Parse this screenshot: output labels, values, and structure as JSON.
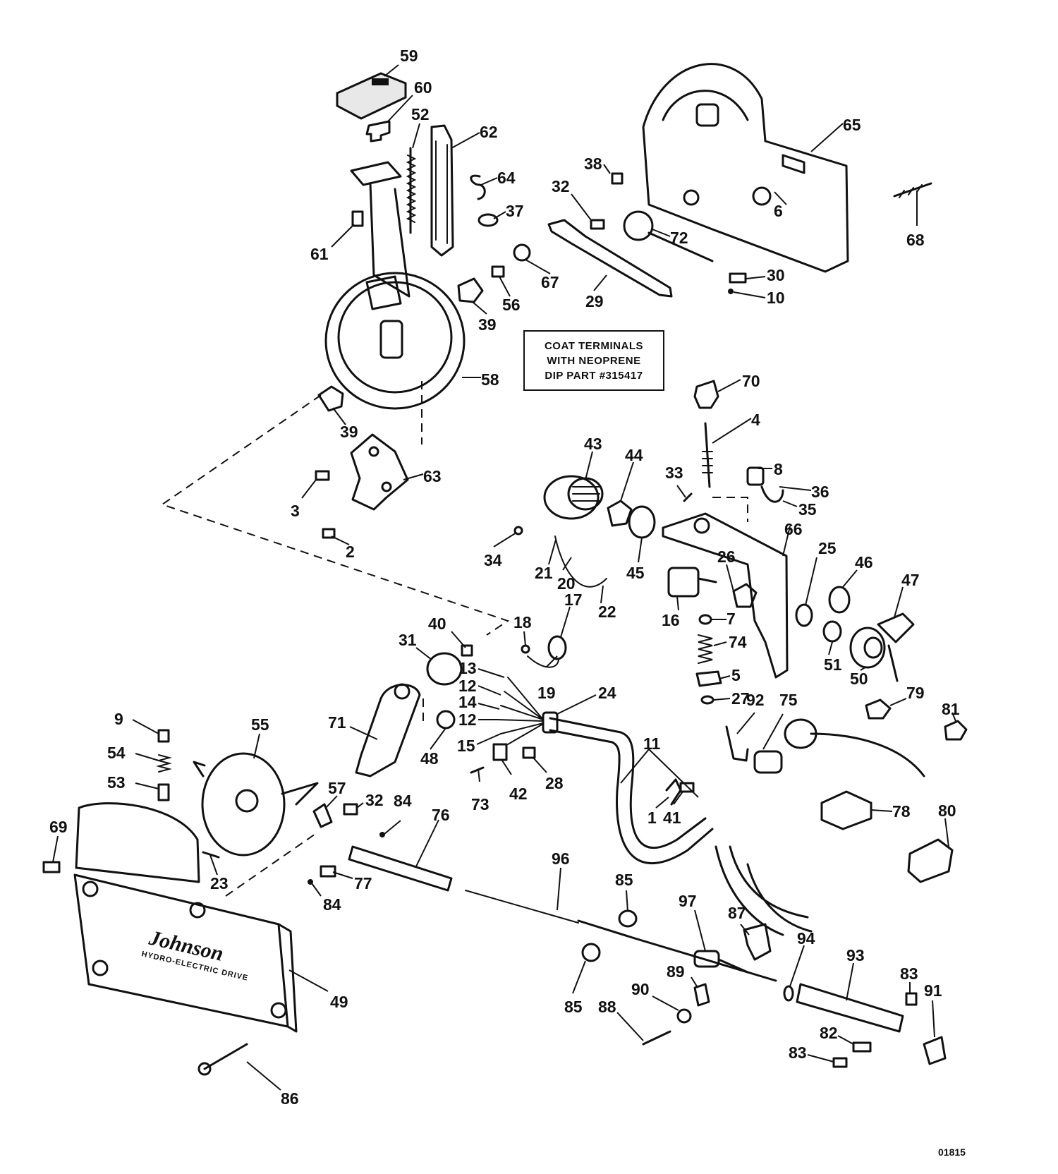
{
  "note": {
    "line1": "COAT TERMINALS",
    "line2": "WITH NEOPRENE",
    "line3": "DIP PART #315417"
  },
  "drawing_number": "01815",
  "brand": {
    "name": "Johnson",
    "subtitle": "HYDRO-ELECTRIC DRIVE"
  },
  "callouts": [
    "59",
    "60",
    "52",
    "62",
    "64",
    "37",
    "61",
    "38",
    "32",
    "65",
    "6",
    "68",
    "72",
    "30",
    "10",
    "29",
    "56",
    "67",
    "39",
    "58",
    "70",
    "4",
    "8",
    "36",
    "35",
    "43",
    "44",
    "33",
    "66",
    "39",
    "63",
    "3",
    "2",
    "34",
    "21",
    "20",
    "22",
    "45",
    "26",
    "25",
    "46",
    "47",
    "16",
    "7",
    "74",
    "5",
    "51",
    "50",
    "27",
    "40",
    "18",
    "17",
    "31",
    "13",
    "12",
    "14",
    "12",
    "15",
    "19",
    "24",
    "9",
    "55",
    "71",
    "48",
    "54",
    "53",
    "57",
    "32",
    "84",
    "76",
    "73",
    "42",
    "28",
    "11",
    "92",
    "75",
    "79",
    "81",
    "1",
    "41",
    "78",
    "80",
    "69",
    "23",
    "77",
    "84",
    "96",
    "85",
    "97",
    "87",
    "94",
    "93",
    "83",
    "91",
    "49",
    "89",
    "90",
    "85",
    "88",
    "82",
    "83",
    "86"
  ]
}
